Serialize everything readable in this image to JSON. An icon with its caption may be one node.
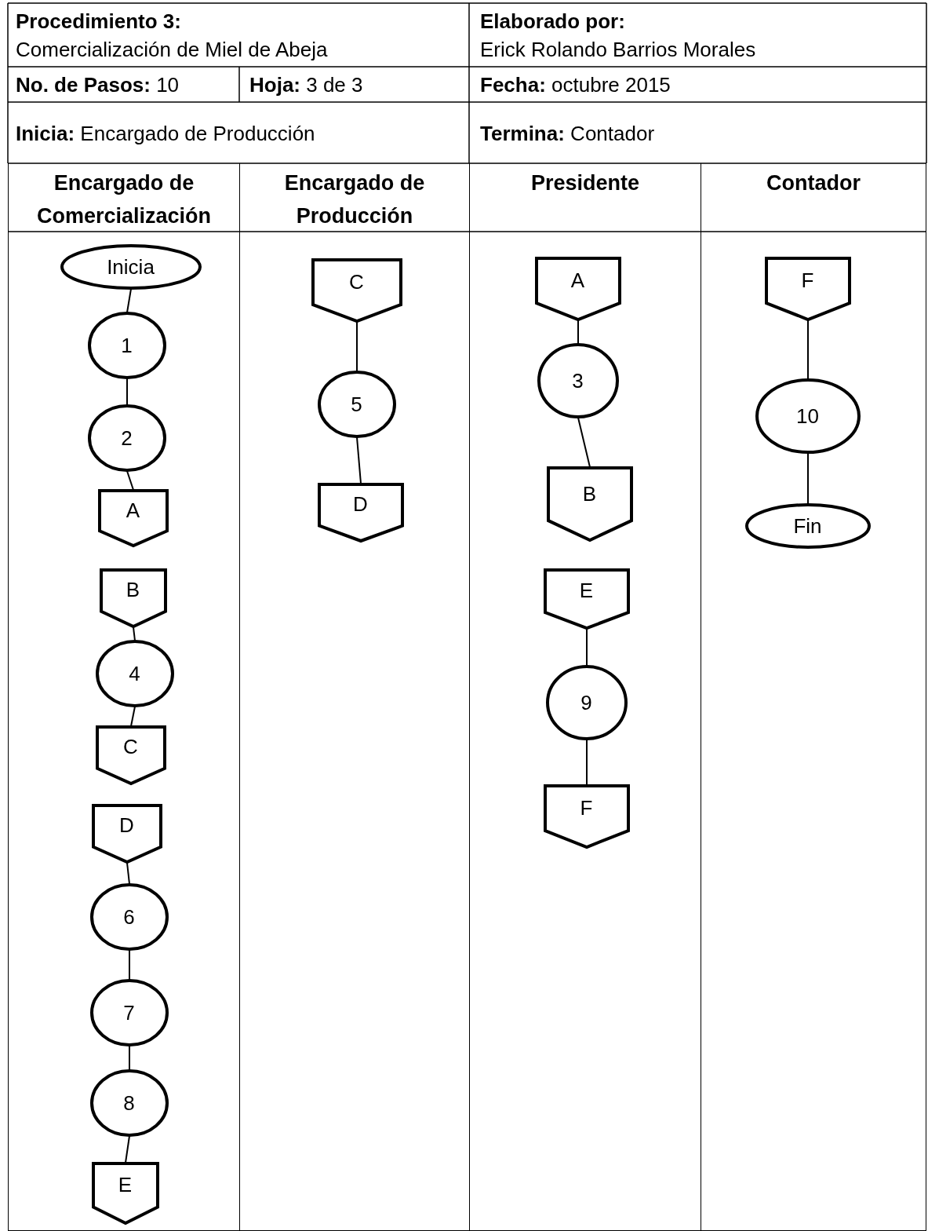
{
  "diagram": {
    "nodes": [
      {
        "text": [
          "Encargado de Comercialización"
        ]
      },
      {
        "text": [
          "Encargado de Producción"
        ]
      },
      {
        "text": [
          "Presidente"
        ]
      },
      {
        "text": [
          "Contador"
        ]
      },
      {
        "text": [
          "Inicia"
        ],
        "in": 0
      },
      {
        "text": [
          "1"
        ],
        "in": 0
      },
      {
        "text": [
          "2"
        ],
        "in": 0
      },
      {
        "text": [
          "A"
        ],
        "in": 0
      },
      {
        "text": [
          "B"
        ],
        "in": 0
      },
      {
        "text": [
          "4"
        ],
        "in": 0
      },
      {
        "text": [
          "C"
        ],
        "in": 0
      },
      {
        "text": [
          "D"
        ],
        "in": 0
      },
      {
        "text": [
          "6"
        ],
        "in": 0
      },
      {
        "text": [
          "7"
        ],
        "in": 0
      },
      {
        "text": [
          "8"
        ],
        "in": 0
      },
      {
        "text": [
          "E"
        ],
        "in": 0
      },
      {
        "text": [
          "C"
        ],
        "in": 1
      },
      {
        "text": [
          "5"
        ],
        "in": 1
      },
      {
        "text": [
          "D"
        ],
        "in": 1
      },
      {
        "text": [
          "A"
        ],
        "in": 2
      },
      {
        "text": [
          "3"
        ],
        "in": 2
      },
      {
        "text": [
          "B"
        ],
        "in": 2
      },
      {
        "text": [
          "E"
        ],
        "in": 2
      },
      {
        "text": [
          "9"
        ],
        "in": 2
      },
      {
        "text": [
          "F"
        ],
        "in": 2
      },
      {
        "text": [
          "F"
        ],
        "in": 3
      },
      {
        "text": [
          "10"
        ],
        "in": 3
      },
      {
        "text": [
          "Fin"
        ],
        "in": 3
      }
    ],
    "edges": [
      {
        "from": 4,
        "to": 5,
        "arrow": "none"
      },
      {
        "from": 5,
        "to": 6,
        "arrow": "none"
      },
      {
        "from": 6,
        "to": 7,
        "arrow": "none"
      },
      {
        "from": 8,
        "to": 9,
        "arrow": "none"
      },
      {
        "from": 9,
        "to": 10,
        "arrow": "none"
      },
      {
        "from": 11,
        "to": 12,
        "arrow": "none"
      },
      {
        "from": 12,
        "to": 13,
        "arrow": "none"
      },
      {
        "from": 13,
        "to": 14,
        "arrow": "none"
      },
      {
        "from": 14,
        "to": 15,
        "arrow": "none"
      },
      {
        "from": 16,
        "to": 17,
        "arrow": "none"
      },
      {
        "from": 17,
        "to": 18,
        "arrow": "none"
      },
      {
        "from": 19,
        "to": 20,
        "arrow": "none"
      },
      {
        "from": 20,
        "to": 21,
        "arrow": "none"
      },
      {
        "from": 22,
        "to": 23,
        "arrow": "none"
      },
      {
        "from": 23,
        "to": 24,
        "arrow": "none"
      },
      {
        "from": 25,
        "to": 26,
        "arrow": "none"
      },
      {
        "from": 26,
        "to": 27,
        "arrow": "none"
      }
    ],
    "labels": [
      "Procedimiento 3:",
      "Comercialización de Miel de Abeja",
      "Elaborado por:",
      "Erick Rolando Barrios Morales",
      "**No. de Pasos:** 10",
      "**Hoja:** 3 de 3",
      "**Fecha:** octubre 2015",
      "**Inicia:** Encargado de Producción",
      "**Termina:** Contador"
    ]
  }
}
